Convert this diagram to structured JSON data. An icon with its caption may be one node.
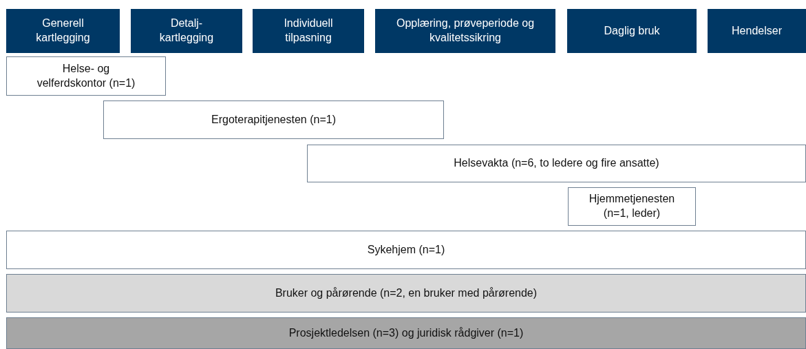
{
  "diagram": {
    "nodes": [
      {
        "text": [
          "Generell kartlegging"
        ]
      },
      {
        "text": [
          "Detalj- kartlegging"
        ]
      },
      {
        "text": [
          "Individuell tilpasning"
        ]
      },
      {
        "text": [
          "Opplæring, prøveperiode og kvalitetssikring"
        ]
      },
      {
        "text": [
          "Daglig bruk"
        ]
      },
      {
        "text": [
          "Hendelser"
        ]
      },
      {
        "text": [
          "Helse- og velferdskontor (n=1)"
        ]
      },
      {
        "text": [
          "Ergoterapitjenesten (n=1)"
        ]
      },
      {
        "text": [
          "Helsevakta (n=6, to ledere og fire ansatte)"
        ]
      },
      {
        "text": [
          "Hjemmetjenesten (n=1, leder)"
        ]
      },
      {
        "text": [
          "Sykehjem (n=1)"
        ]
      },
      {
        "text": [
          "Bruker og pårørende (n=2, en bruker med pårørende)"
        ]
      },
      {
        "text": [
          "Prosjektledelsen (n=3) og juridisk rådgiver (n=1)"
        ]
      }
    ]
  }
}
